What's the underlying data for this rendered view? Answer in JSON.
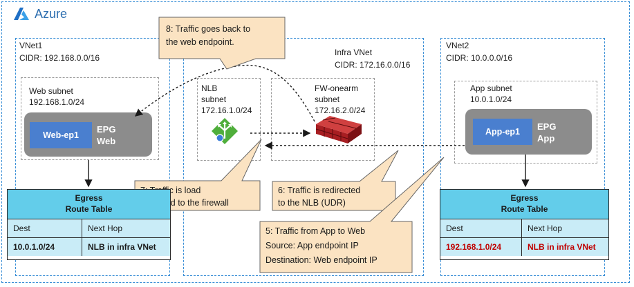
{
  "brand": {
    "name": "Azure",
    "icon": "azure-logo-icon"
  },
  "vnet1": {
    "name": "VNet1",
    "cidr": "CIDR: 192.168.0.0/16",
    "subnet_title": "Web subnet",
    "subnet_cidr": "192.168.1.0/24",
    "endpoint": "Web-ep1",
    "epg_line1": "EPG",
    "epg_line2": "Web"
  },
  "infra": {
    "name": "Infra VNet",
    "cidr": "CIDR: 172.16.0.0/16",
    "nlb_line1": "NLB",
    "nlb_line2": "subnet",
    "nlb_line3": "172.16.1.0/24",
    "fw_line1": "FW-onearm",
    "fw_line2": "subnet",
    "fw_line3": "172.16.2.0/24"
  },
  "vnet2": {
    "name": "VNet2",
    "cidr": "CIDR: 10.0.0.0/16",
    "subnet_title": "App subnet",
    "subnet_cidr": "10.0.1.0/24",
    "endpoint": "App-ep1",
    "epg_line1": "EPG",
    "epg_line2": "App"
  },
  "route_table_left": {
    "title1": "Egress",
    "title2": "Route Table",
    "col1": "Dest",
    "col2": "Next Hop",
    "dest": "10.0.1.0/24",
    "next_hop": "NLB in infra VNet"
  },
  "route_table_right": {
    "title1": "Egress",
    "title2": "Route Table",
    "col1": "Dest",
    "col2": "Next Hop",
    "dest": "192.168.1.0/24",
    "next_hop": "NLB in infra VNet",
    "highlight_color": "#c00000"
  },
  "callouts": {
    "c8": {
      "line1": "8: Traffic goes back to",
      "line2": "the web endpoint."
    },
    "c7": {
      "line1": "7: Traffic is load",
      "line2": "balanced to the firewall"
    },
    "c6": {
      "line1": "6: Traffic is redirected",
      "line2": "to the NLB (UDR)"
    },
    "c5": {
      "line1": "5: Traffic from App to Web",
      "line2": "Source: App endpoint IP",
      "line3": "Destination: Web endpoint IP"
    }
  },
  "icons": {
    "nlb": "load-balancer-icon",
    "fw": "firewall-icon"
  },
  "colors": {
    "vnet_border": "#3a8fd6",
    "callout_fill": "#fbe3c2",
    "callout_stroke": "#666666",
    "route_header": "#63cdea",
    "route_body": "#c9ecf7",
    "epg_fill": "#8c8c8c",
    "endpoint_fill": "#4a7fcf"
  }
}
